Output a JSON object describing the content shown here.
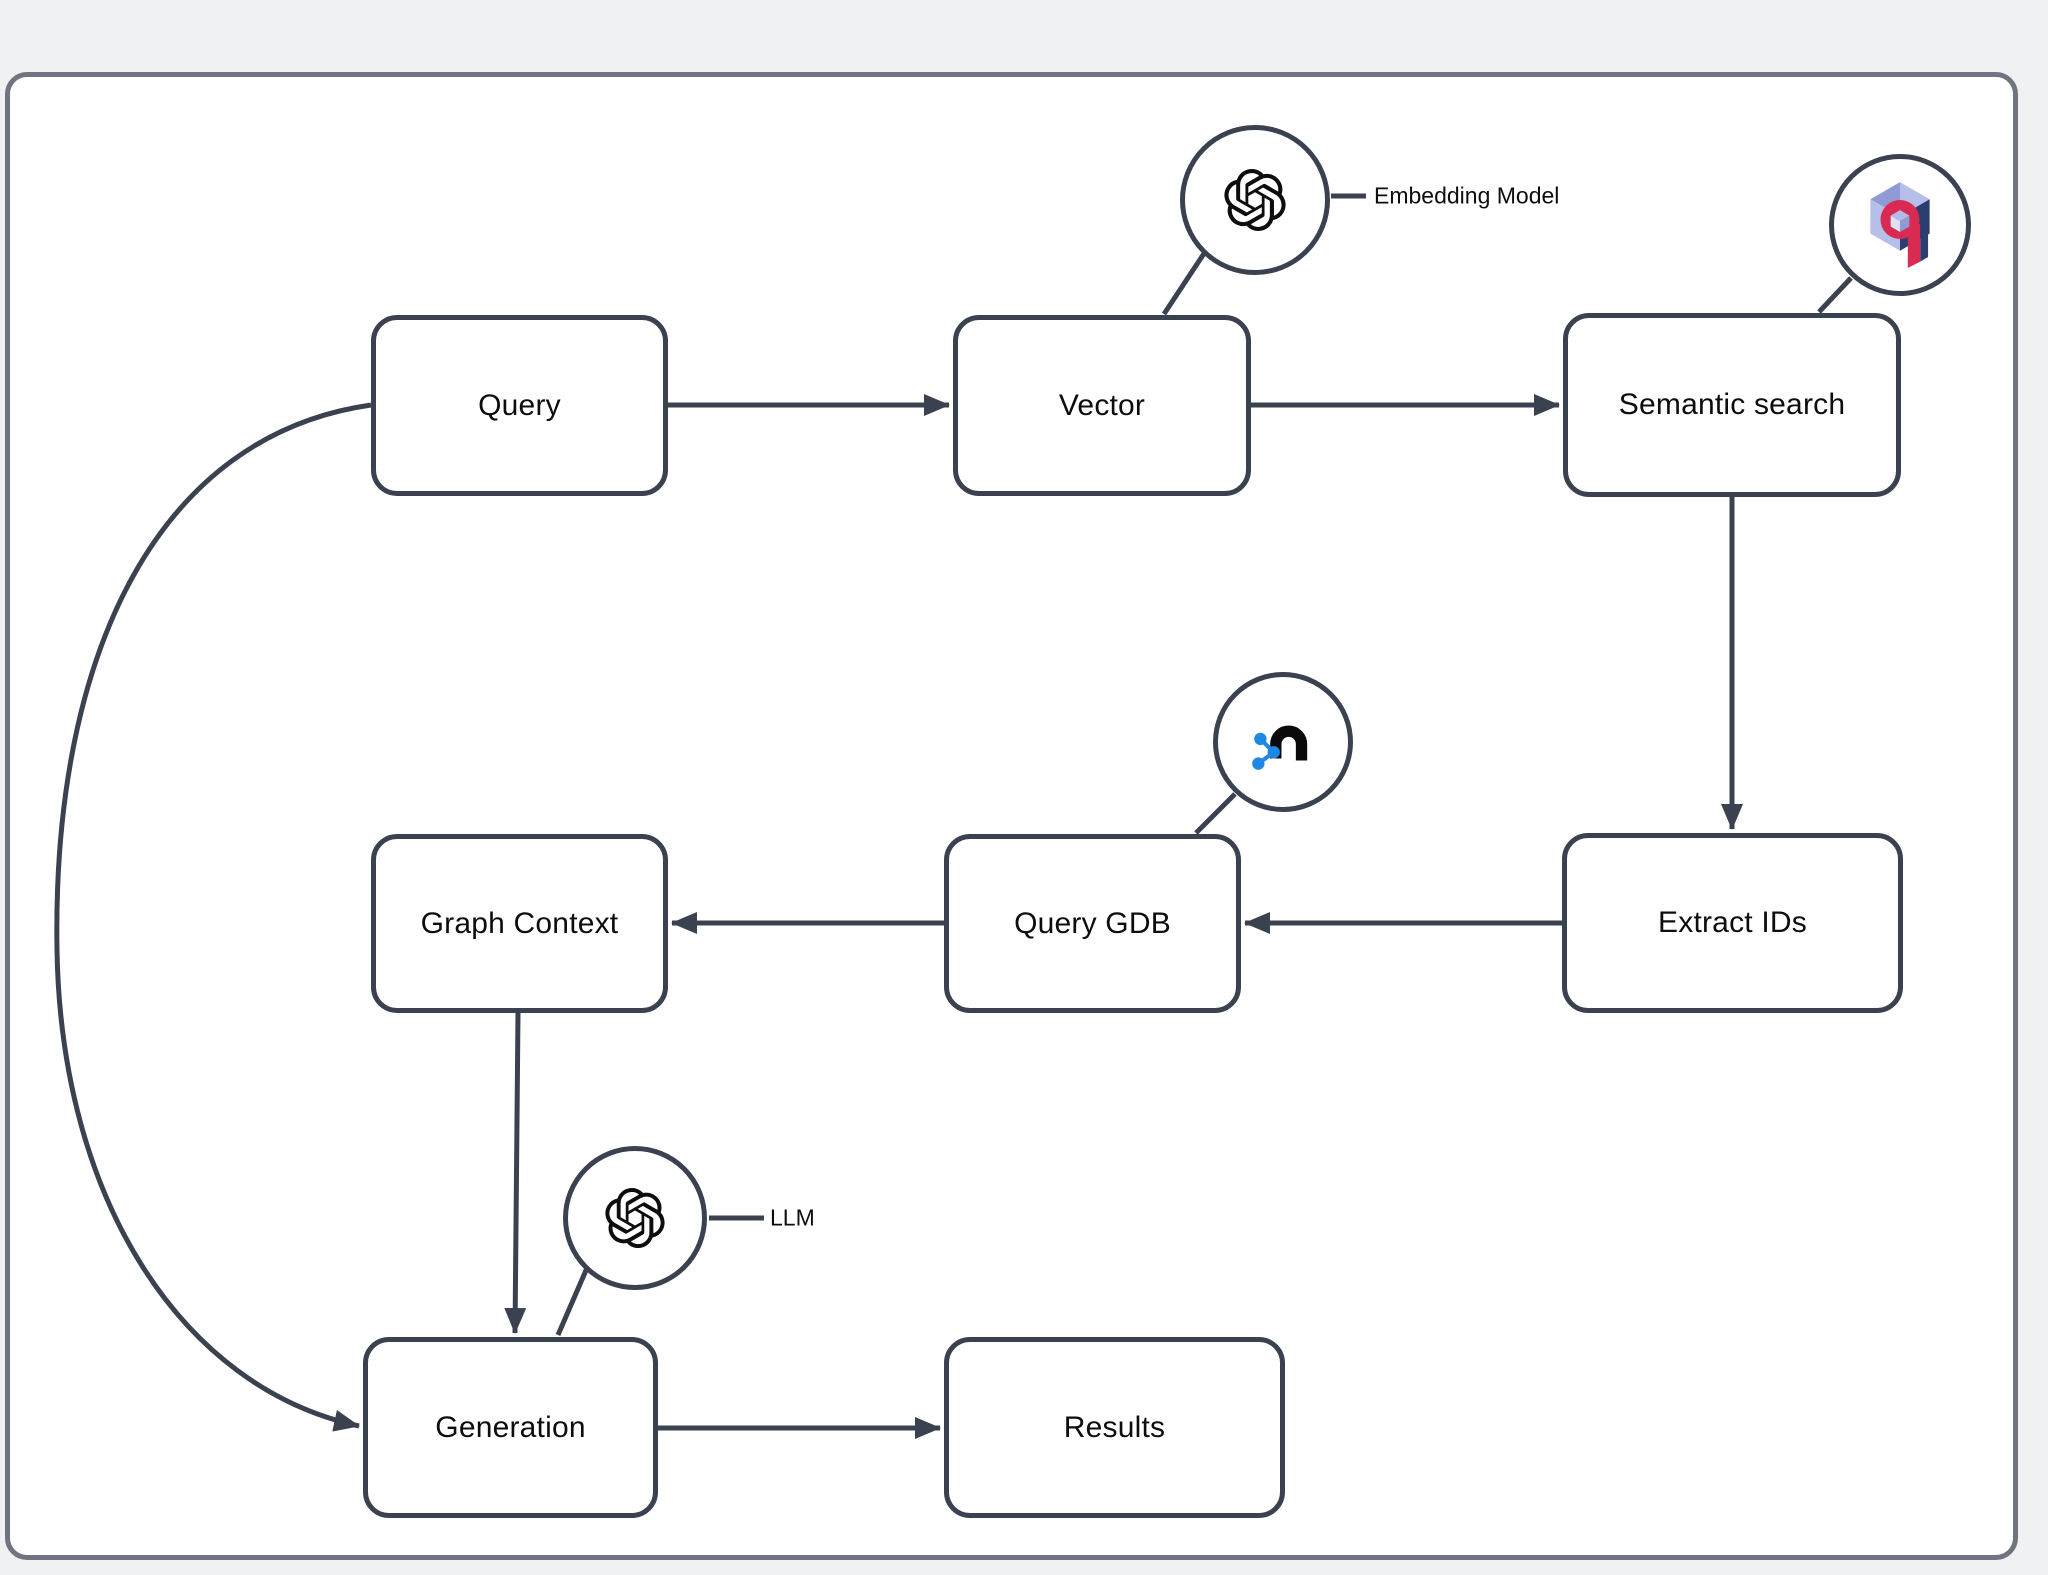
{
  "diagram": {
    "kind": "flowchart",
    "nodes": [
      {
        "id": "query",
        "label": "Query"
      },
      {
        "id": "vector",
        "label": "Vector"
      },
      {
        "id": "semantic-search",
        "label": "Semantic search"
      },
      {
        "id": "graph-context",
        "label": "Graph Context"
      },
      {
        "id": "query-gdb",
        "label": "Query GDB"
      },
      {
        "id": "extract-ids",
        "label": "Extract IDs"
      },
      {
        "id": "generation",
        "label": "Generation"
      },
      {
        "id": "results",
        "label": "Results"
      }
    ],
    "edges": [
      {
        "from": "Query",
        "to": "Vector"
      },
      {
        "from": "Vector",
        "to": "Semantic search"
      },
      {
        "from": "Semantic search",
        "to": "Extract IDs"
      },
      {
        "from": "Extract IDs",
        "to": "Query GDB"
      },
      {
        "from": "Query GDB",
        "to": "Graph Context"
      },
      {
        "from": "Graph Context",
        "to": "Generation"
      },
      {
        "from": "Query",
        "to": "Generation"
      },
      {
        "from": "Generation",
        "to": "Results"
      }
    ],
    "annotations": {
      "embedding": {
        "icon": "openai-logo",
        "label": "Embedding Model",
        "attached_to": "Vector"
      },
      "qdrant": {
        "icon": "qdrant-logo",
        "label": "",
        "attached_to": "Semantic search"
      },
      "neo4j": {
        "icon": "neo4j-logo",
        "label": "",
        "attached_to": "Query GDB"
      },
      "llm": {
        "icon": "openai-logo",
        "label": "LLM",
        "attached_to": "Generation"
      }
    },
    "colors": {
      "stroke": "#3a4250",
      "frame_border": "#6e7581",
      "page_background": "#f0f1f3",
      "node_fill": "#ffffff",
      "text": "#0d0d0d",
      "neo4j_blue": "#1e88e5",
      "qdrant_red": "#d92a52",
      "qdrant_light": "#b6bfe9",
      "qdrant_mid": "#8f9bd2",
      "qdrant_pale": "#dde1f2",
      "qdrant_dark": "#2c3e6f"
    }
  }
}
